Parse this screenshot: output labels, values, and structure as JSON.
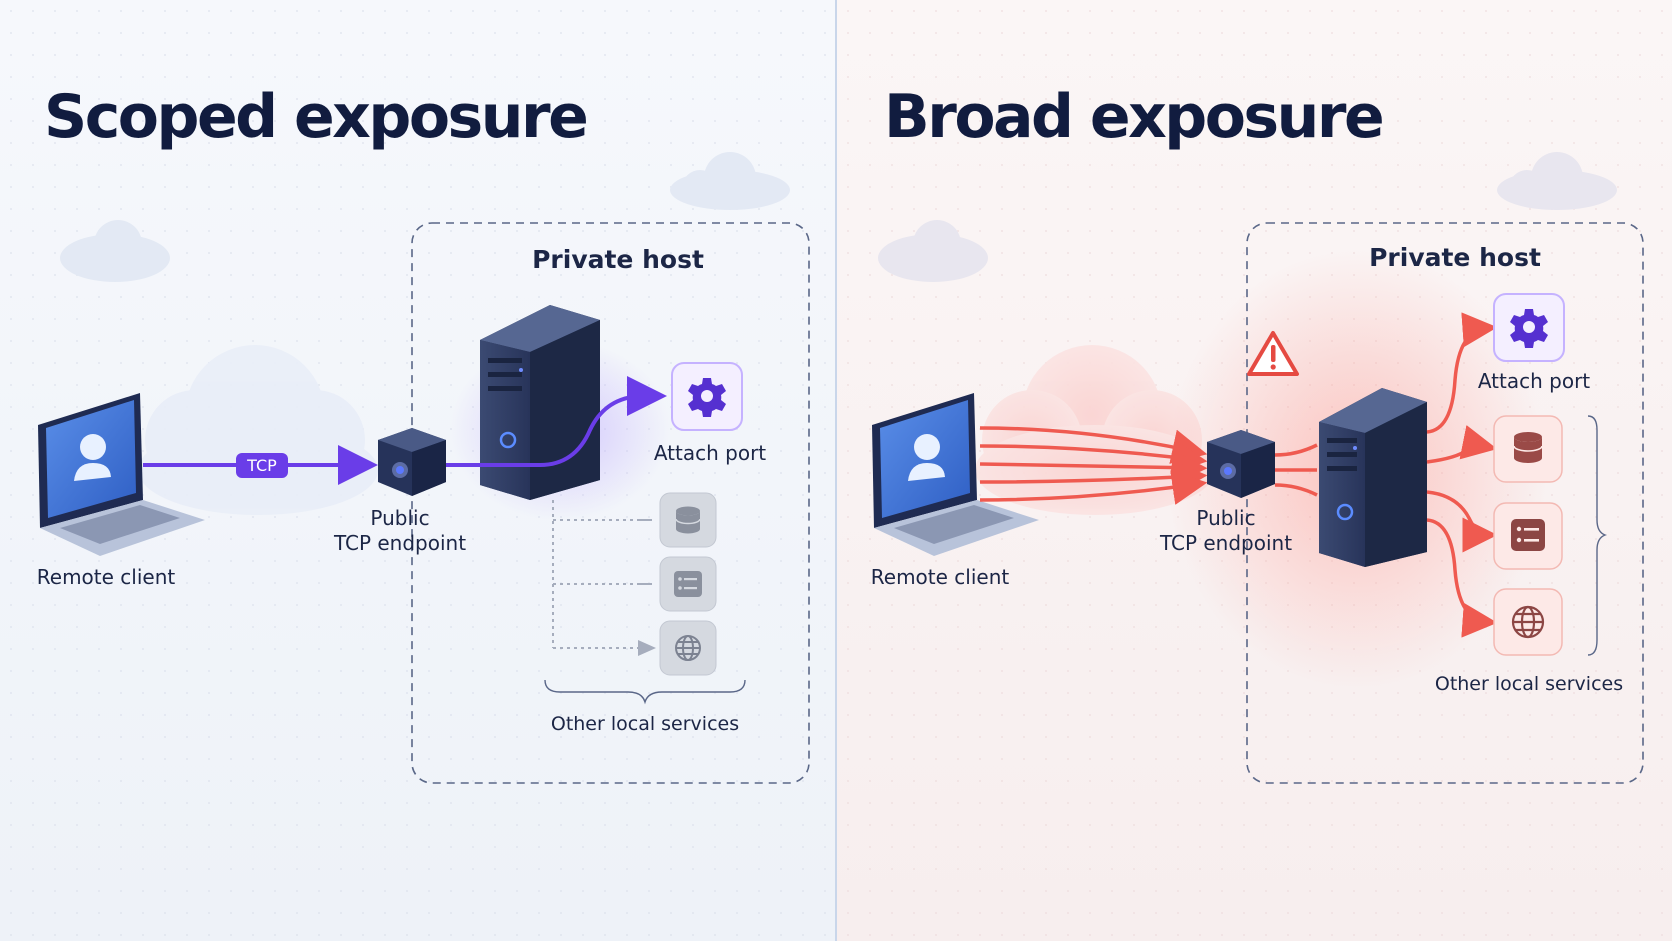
{
  "left": {
    "title": "Scoped exposure",
    "host_label": "Private host",
    "client_label": "Remote client",
    "endpoint_label_line1": "Public",
    "endpoint_label_line2": "TCP endpoint",
    "protocol_badge": "TCP",
    "attach_label": "Attach port",
    "services_label": "Other local services"
  },
  "right": {
    "title": "Broad exposure",
    "host_label": "Private host",
    "client_label": "Remote client",
    "endpoint_label_line1": "Public",
    "endpoint_label_line2": "TCP endpoint",
    "attach_label": "Attach port",
    "services_label": "Other local services"
  },
  "icons": [
    "laptop-icon",
    "user-icon",
    "cloud-icon",
    "endpoint-cube-icon",
    "server-tower-icon",
    "gear-icon",
    "database-icon",
    "list-icon",
    "globe-icon",
    "warning-icon"
  ],
  "colors": {
    "title": "#111c3f",
    "scoped_accent": "#6a3de8",
    "broad_accent": "#ef5a50",
    "dashed_border": "#5a6788",
    "muted_service": "#c9ced8"
  }
}
